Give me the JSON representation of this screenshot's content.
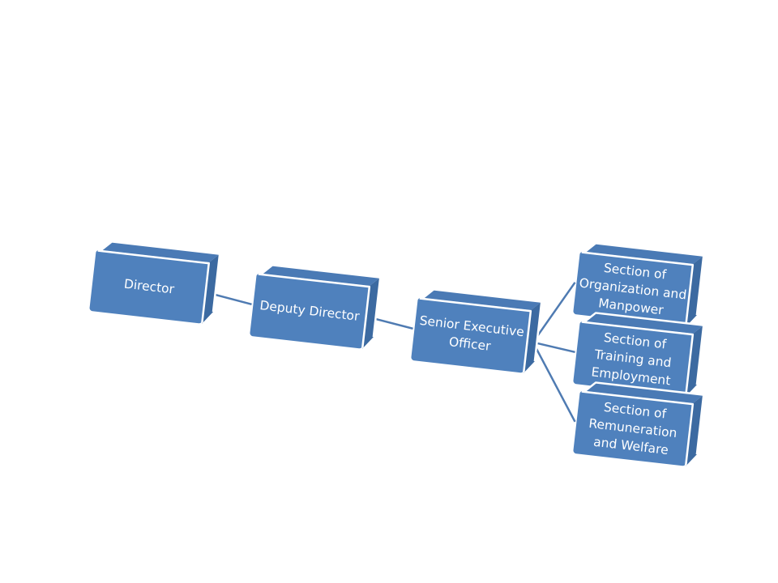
{
  "nodes": [
    {
      "id": "director",
      "lines": [
        "Director"
      ]
    },
    {
      "id": "deputy-director",
      "lines": [
        "Deputy Director"
      ]
    },
    {
      "id": "senior-executive-officer",
      "lines": [
        "Senior Executive",
        "Officer"
      ]
    },
    {
      "id": "section-organization-manpower",
      "lines": [
        "Section of",
        "Organization and",
        "Manpower"
      ]
    },
    {
      "id": "section-training-employment",
      "lines": [
        "Section of",
        "Training and",
        "Employment"
      ]
    },
    {
      "id": "section-remuneration-welfare",
      "lines": [
        "Section of",
        "Remuneration",
        "and Welfare"
      ]
    }
  ],
  "edges": [
    {
      "from": "director",
      "to": "deputy-director"
    },
    {
      "from": "deputy-director",
      "to": "senior-executive-officer"
    },
    {
      "from": "senior-executive-officer",
      "to": "section-organization-manpower"
    },
    {
      "from": "senior-executive-officer",
      "to": "section-training-employment"
    },
    {
      "from": "senior-executive-officer",
      "to": "section-remuneration-welfare"
    }
  ],
  "colors": {
    "box_front": "#4f81bd",
    "box_side": "#3c6aa1",
    "edge_highlight": "#ffffff",
    "connector": "#4f7bb2",
    "text": "#ffffff"
  }
}
